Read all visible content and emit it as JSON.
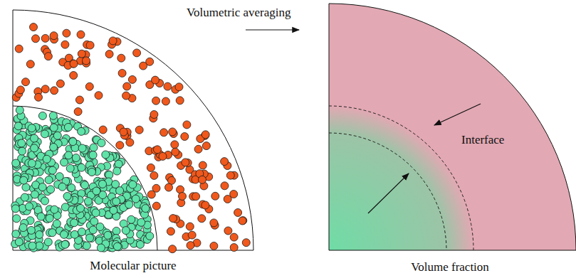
{
  "diagram": {
    "labels": [
      "Volumetric averaging",
      "Interface",
      "Molecular picture",
      "Volume fraction"
    ]
  }
}
